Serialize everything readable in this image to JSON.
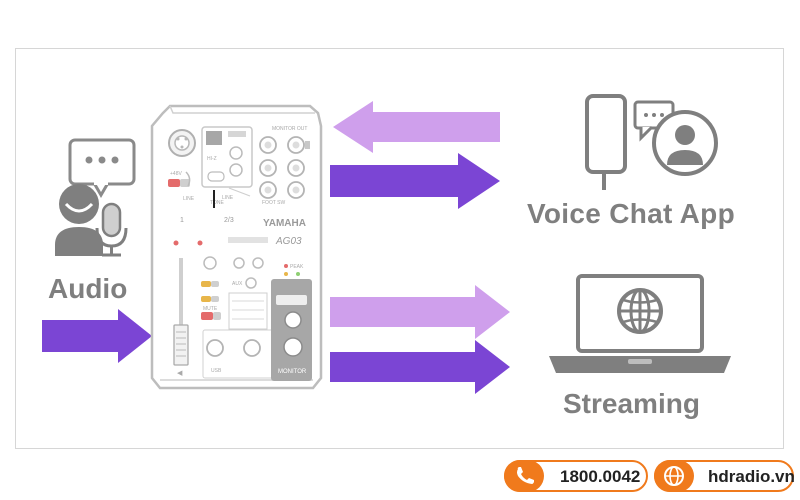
{
  "labels": {
    "audio": "Audio",
    "voice_chat": "Voice Chat App",
    "streaming": "Streaming"
  },
  "device": {
    "brand": "YAMAHA",
    "model": "AG03",
    "monitor_out_label": "MONITOR OUT",
    "monitor_label": "MONITOR",
    "input_label": "INPUT",
    "line_label": "LINE",
    "hi_z_label": "HI-Z",
    "peak_label": "PEAK",
    "mute_label": "MUTE",
    "usb_label": "USB",
    "aux_label": "AUX",
    "ch23_label": "2/3",
    "ch1_label": "1"
  },
  "footer": {
    "phone": "1800.0042",
    "website": "hdradio.vn",
    "accent": "#f07a1c"
  },
  "colors": {
    "arrow_dark": "#7b45d4",
    "arrow_light": "#cf9fec",
    "icon_gray": "#7f7f7f",
    "mic_cap": "#cfcfcf"
  },
  "icons": [
    "speech-bubble-icon",
    "person-icon",
    "microphone-icon",
    "smartphone-icon",
    "chat-avatar-icon",
    "laptop-icon",
    "globe-icon",
    "phone-icon",
    "globe-small-icon"
  ]
}
